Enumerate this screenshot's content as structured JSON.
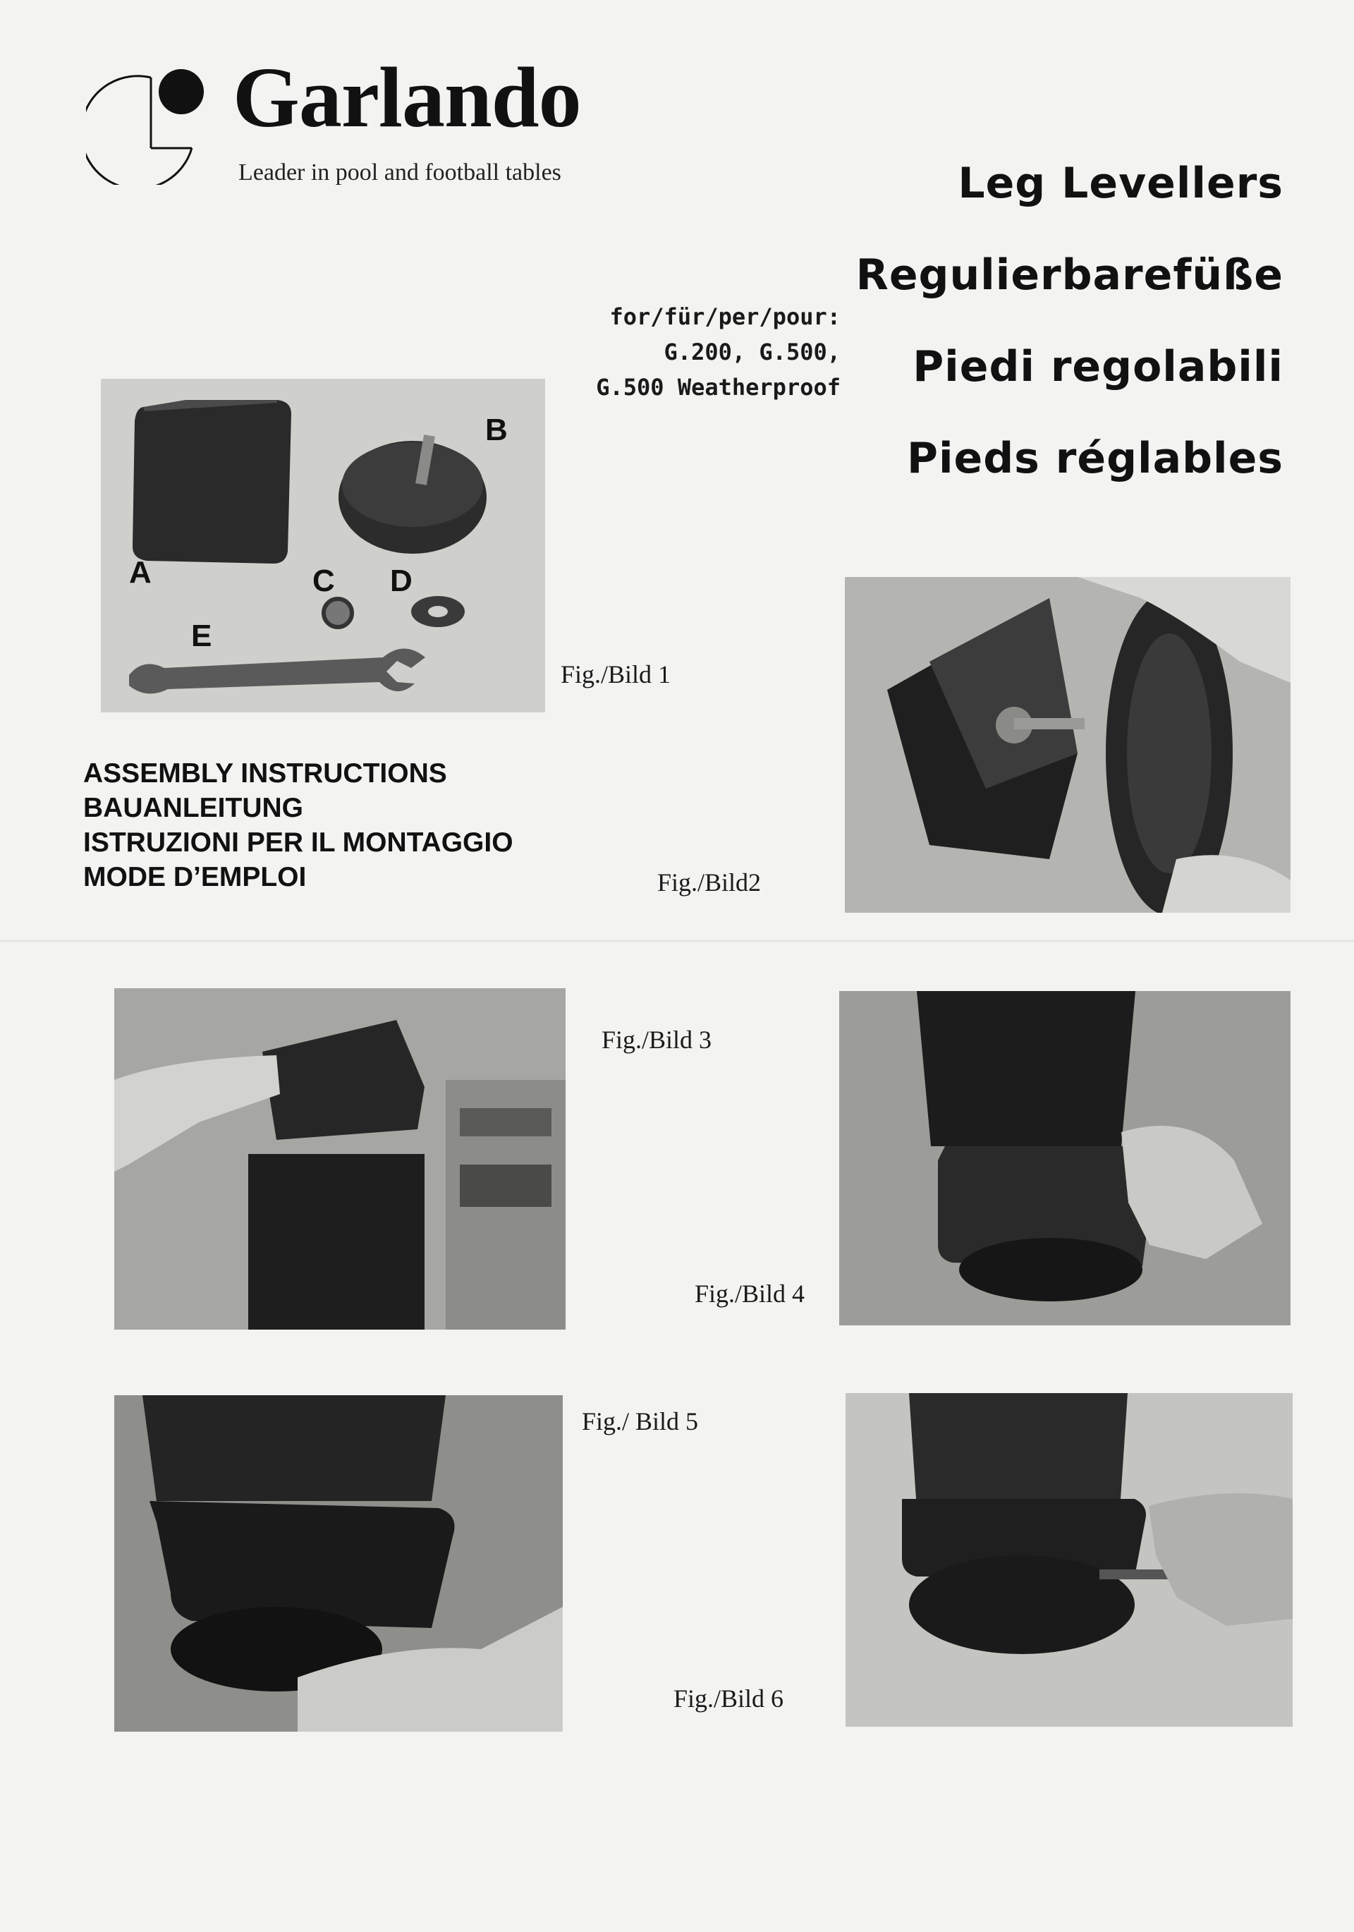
{
  "header": {
    "brand": "Garlando",
    "tagline": "Leader in pool and football tables"
  },
  "titles": [
    "Leg Levellers",
    "Regulierbarefüße",
    "Piedi regolabili",
    "Pieds réglables"
  ],
  "models": [
    "for/für/per/pour:",
    "G.200, G.500,",
    "G.500 Weatherproof"
  ],
  "assembly": [
    "ASSEMBLY INSTRUCTIONS",
    "BAUANLEITUNG",
    "ISTRUZIONI PER IL MONTAGGIO",
    "MODE D’EMPLOI"
  ],
  "parts": {
    "a": "A",
    "b": "B",
    "c": "C",
    "d": "D",
    "e": "E"
  },
  "figures": {
    "fig1": "Fig./Bild 1",
    "fig2": "Fig./Bild2",
    "fig3": "Fig./Bild 3",
    "fig4": "Fig./Bild 4",
    "fig5": "Fig./ Bild 5",
    "fig6": "Fig./Bild 6"
  }
}
